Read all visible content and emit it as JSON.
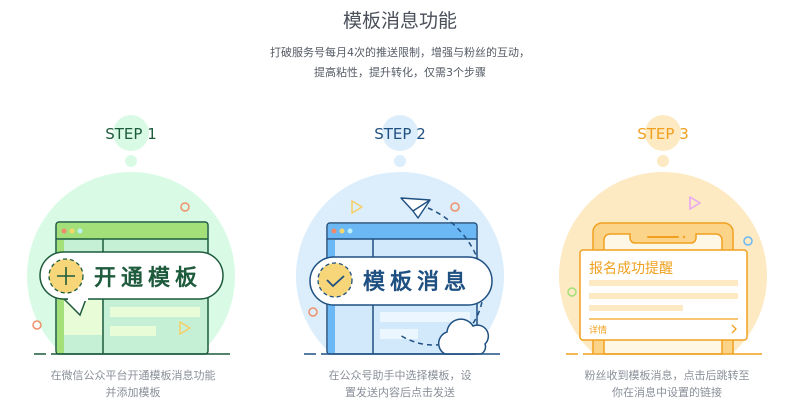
{
  "header": {
    "title": "模板消息功能",
    "subtitle_line1": "打破服务号每月4次的推送限制，增强与粉丝的互动，",
    "subtitle_line2": "提高粘性，提升转化，仅需3个步骤"
  },
  "steps": [
    {
      "label": "STEP 1",
      "badge": "开通模板",
      "caption_line1": "在微信公众平台开通模板消息功能",
      "caption_line2": "并添加模板",
      "color": "#1d5b3c",
      "bg": "#d9fbe6"
    },
    {
      "label": "STEP 2",
      "badge": "模板消息",
      "caption_line1": "在公众号助手中选择模板，设",
      "caption_line2": "置发送内容后点击发送",
      "color": "#1f5082",
      "bg": "#dcedfb"
    },
    {
      "label": "STEP 3",
      "card_title": "报名成功提醒",
      "card_link": "详情",
      "caption_line1": "粉丝收到模板消息，点击后跳转至",
      "caption_line2": "你在消息中设置的链接",
      "color": "#f0a01e",
      "bg": "#fde9c2"
    }
  ]
}
